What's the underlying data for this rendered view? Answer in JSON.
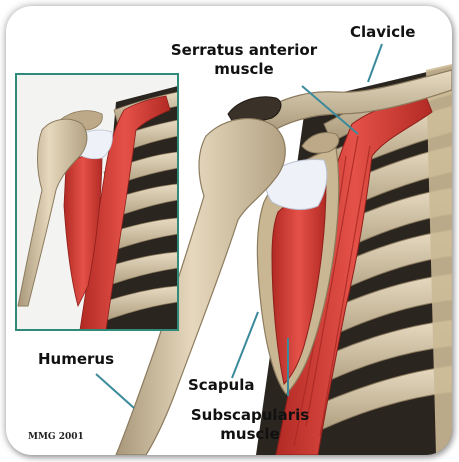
{
  "labels": {
    "clavicle": "Clavicle",
    "serratus_line1": "Serratus anterior",
    "serratus_line2": "muscle",
    "humerus": "Humerus",
    "scapula": "Scapula",
    "subscapularis_line1": "Subscapularis",
    "subscapularis_line2": "muscle"
  },
  "copyright": "MMG 2001",
  "colors": {
    "bone": "#d8c8a8",
    "bone_shadow": "#9e8c6c",
    "muscle": "#d8403a",
    "muscle_dark": "#a82722",
    "cartilage": "#eef1f8",
    "inset_border": "#2f8a7a",
    "rib_gap": "#2a2622"
  }
}
